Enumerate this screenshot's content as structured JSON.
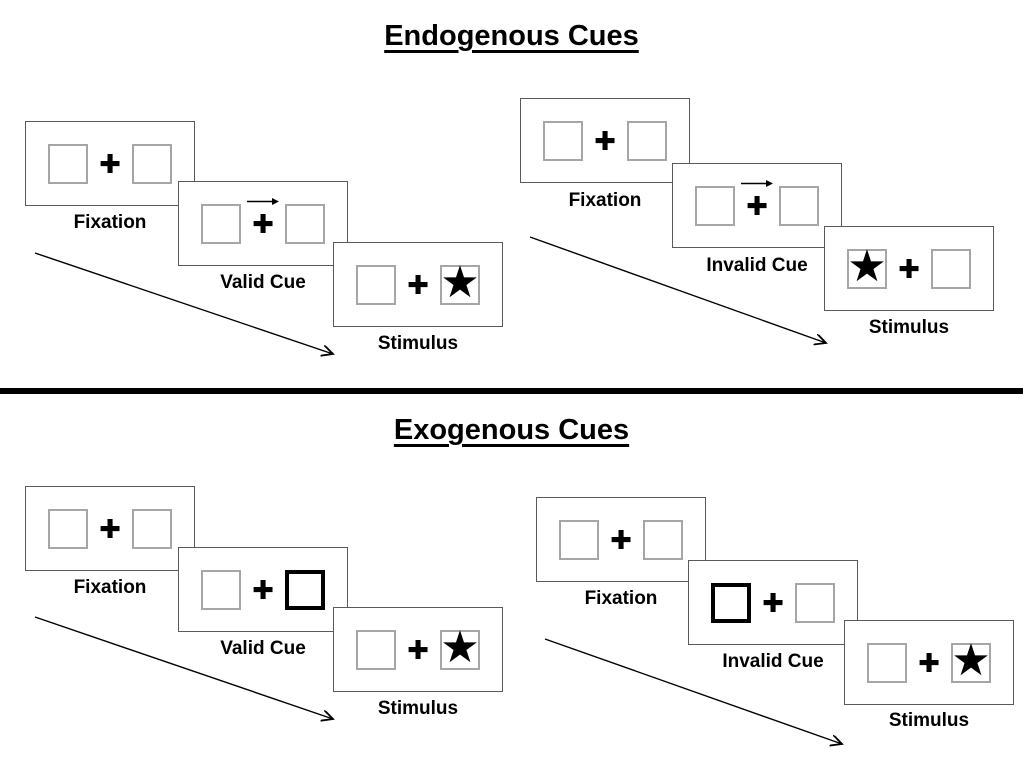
{
  "colors": {
    "background": "#ffffff",
    "panel_border": "#595959",
    "box_border": "#a6a6a6",
    "cue_box_border": "#000000",
    "ink": "#000000"
  },
  "glyphs": {
    "fixation_cross": "✚",
    "target_star": "★"
  },
  "sections": {
    "endogenous": {
      "title": "Endogenous Cues",
      "valid": {
        "cue_type": "central-arrow-right",
        "target_side": "right",
        "panels": [
          {
            "label": "Fixation"
          },
          {
            "label": "Valid Cue"
          },
          {
            "label": "Stimulus"
          }
        ]
      },
      "invalid": {
        "cue_type": "central-arrow-right",
        "target_side": "left",
        "panels": [
          {
            "label": "Fixation"
          },
          {
            "label": "Invalid Cue"
          },
          {
            "label": "Stimulus"
          }
        ]
      }
    },
    "exogenous": {
      "title": "Exogenous Cues",
      "valid": {
        "cue_type": "peripheral-bold-box-right",
        "target_side": "right",
        "panels": [
          {
            "label": "Fixation"
          },
          {
            "label": "Valid Cue"
          },
          {
            "label": "Stimulus"
          }
        ]
      },
      "invalid": {
        "cue_type": "peripheral-bold-box-left",
        "target_side": "right",
        "panels": [
          {
            "label": "Fixation"
          },
          {
            "label": "Invalid Cue"
          },
          {
            "label": "Stimulus"
          }
        ]
      }
    }
  }
}
